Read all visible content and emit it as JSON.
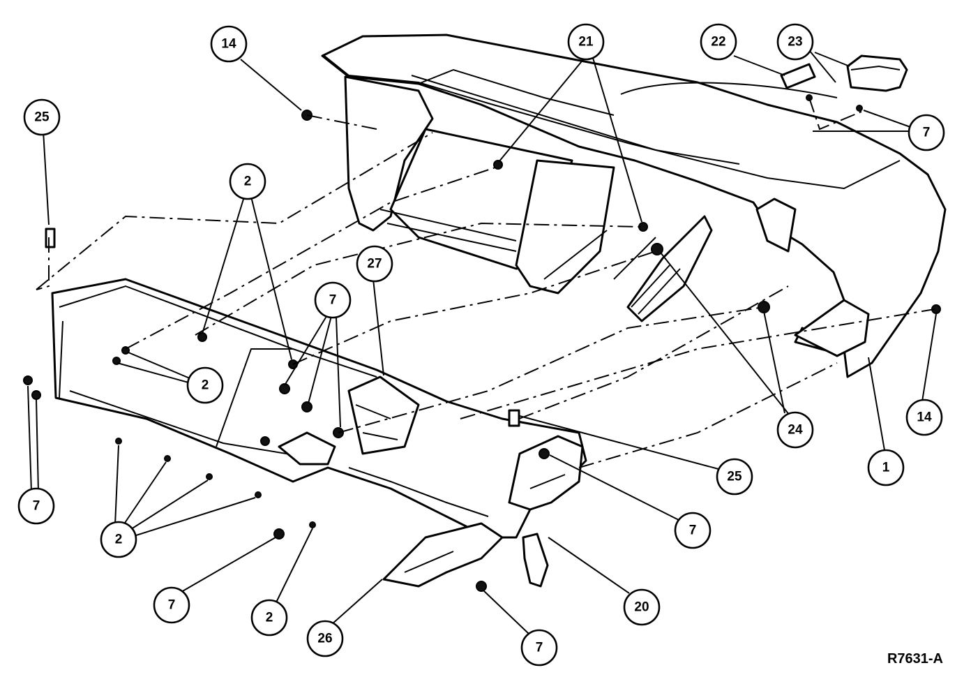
{
  "reference_code": "R7631-A",
  "callouts": [
    {
      "label": "14"
    },
    {
      "label": "21"
    },
    {
      "label": "22"
    },
    {
      "label": "23"
    },
    {
      "label": "25"
    },
    {
      "label": "7"
    },
    {
      "label": "2"
    },
    {
      "label": "27"
    },
    {
      "label": "7"
    },
    {
      "label": "2"
    },
    {
      "label": "24"
    },
    {
      "label": "14"
    },
    {
      "label": "1"
    },
    {
      "label": "25"
    },
    {
      "label": "7"
    },
    {
      "label": "2"
    },
    {
      "label": "7"
    },
    {
      "label": "7"
    },
    {
      "label": "2"
    },
    {
      "label": "20"
    },
    {
      "label": "26"
    },
    {
      "label": "7"
    }
  ]
}
